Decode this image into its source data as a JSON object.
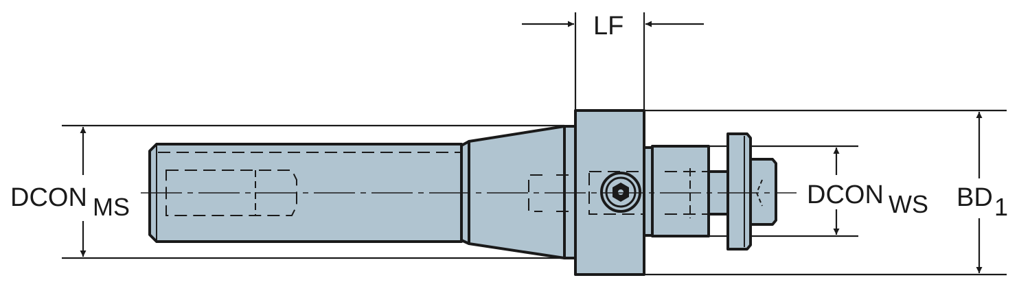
{
  "diagram": {
    "fill_color": "#b0c4d0",
    "line_color": "#1a1a1a",
    "labels": {
      "lf": "LF",
      "dcon_ms_main": "DCON",
      "dcon_ms_sub": "MS",
      "dcon_ws_main": "DCON",
      "dcon_ws_sub": "WS",
      "bd_main": "BD",
      "bd_sub": "1"
    }
  }
}
